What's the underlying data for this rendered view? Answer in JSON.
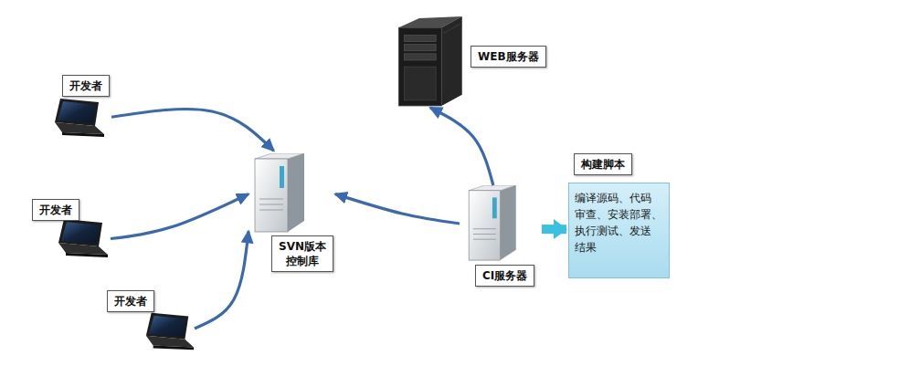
{
  "diagram": {
    "nodes": [
      {
        "text": [
          "开发者"
        ]
      },
      {
        "text": [
          "开发者"
        ]
      },
      {
        "text": [
          "开发者"
        ]
      },
      {
        "text": [
          "SVN版本 控制库"
        ]
      },
      {
        "text": [
          "WEB服务器"
        ]
      },
      {
        "text": [
          "CI服务器"
        ]
      },
      {
        "text": [
          "构建脚本",
          "编译源码、代码 审查、安装部署、 执行测试、发送 结果"
        ]
      }
    ],
    "edges": [
      {
        "from": 0,
        "to": 3,
        "arrow": "to"
      },
      {
        "from": 1,
        "to": 3,
        "arrow": "to"
      },
      {
        "from": 2,
        "to": 3,
        "arrow": "to"
      },
      {
        "from": 5,
        "to": 3,
        "arrow": "to"
      },
      {
        "from": 5,
        "to": 4,
        "arrow": "to"
      },
      {
        "from": 5,
        "to": 6,
        "arrow": "to"
      }
    ]
  }
}
